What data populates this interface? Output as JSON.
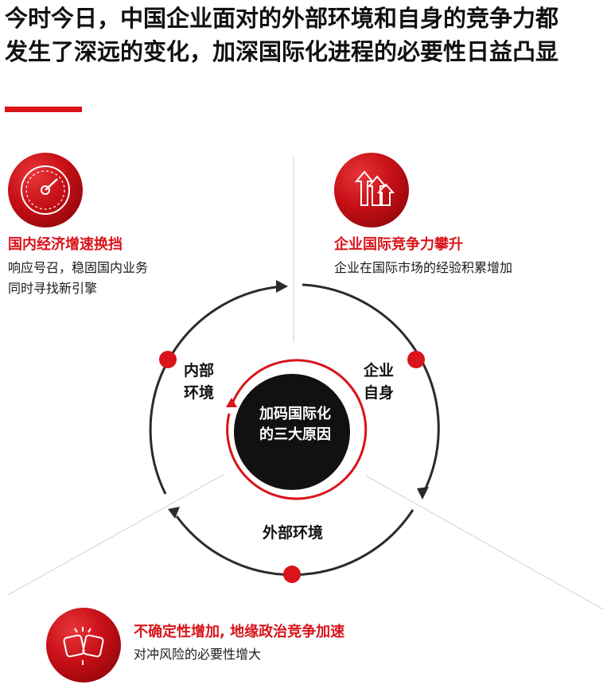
{
  "title": "今时今日，中国企业面对的外部环境和自身的竞争力都发生了深远的变化，加深国际化进程的必要性日益凸显",
  "center": {
    "line1": "加码国际化",
    "line2": "的三大原因"
  },
  "ring_labels": {
    "internal_line1": "内部",
    "internal_line2": "环境",
    "self_line1": "企业",
    "self_line2": "自身",
    "external": "外部环境"
  },
  "factors": [
    {
      "icon": "speedometer-icon",
      "title": "国内经济增速换挡",
      "desc_line1": "响应号召，稳固国内业务",
      "desc_line2": "同时寻找新引擎"
    },
    {
      "icon": "rising-arrows-icon",
      "title": "企业国际竞争力攀升",
      "desc_line1": "企业在国际市场的经验积累增加",
      "desc_line2": ""
    },
    {
      "icon": "clashing-fists-icon",
      "title": "不确定性增加, 地缘政治竞争加速",
      "desc_line1": "对冲风险的必要性增大",
      "desc_line2": ""
    }
  ],
  "colors": {
    "accent": "#d9141a",
    "dark": "#111111",
    "ring": "#2b2b2b",
    "divider": "#d8d8d8"
  }
}
